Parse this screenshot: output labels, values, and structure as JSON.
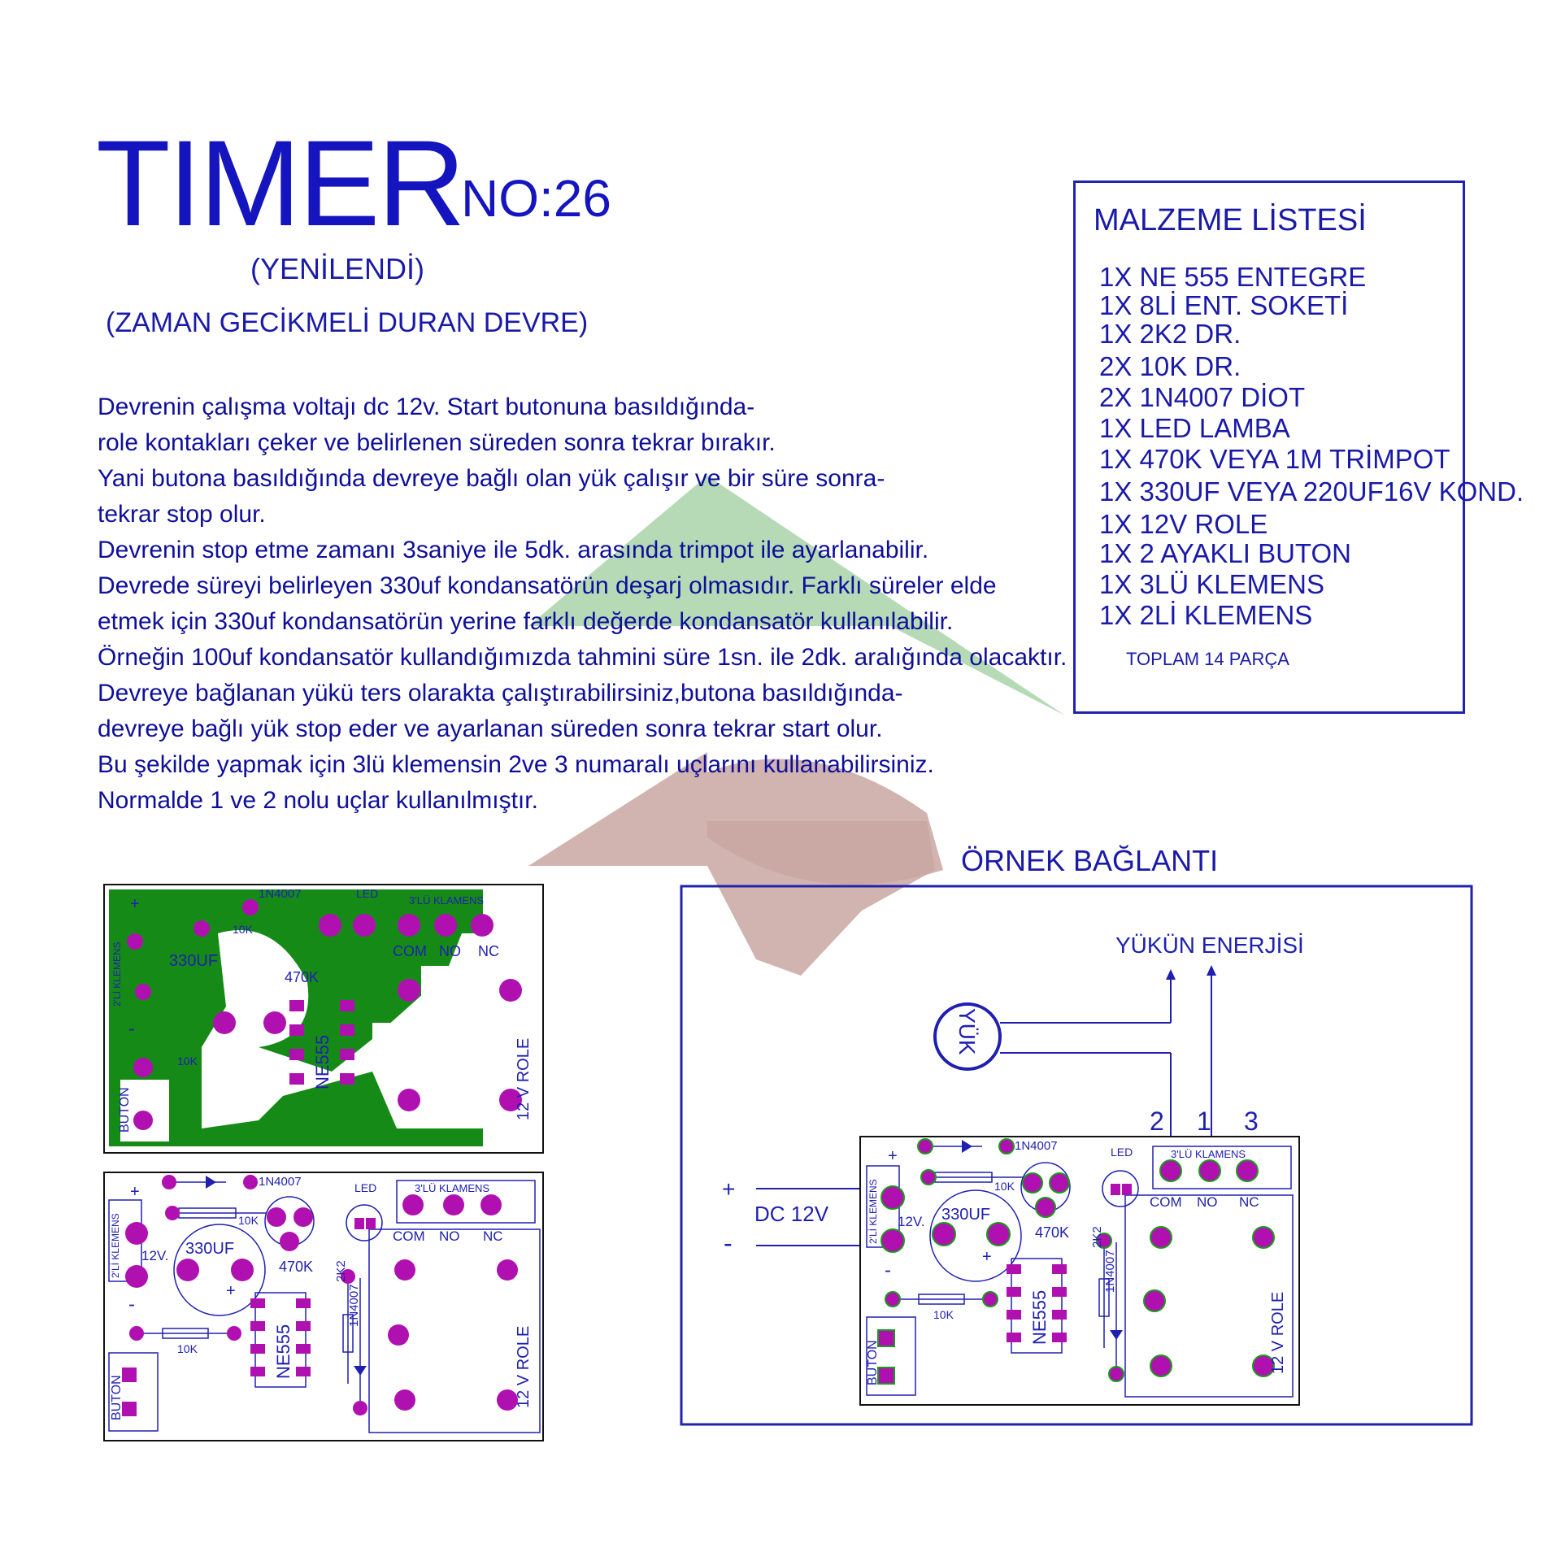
{
  "header": {
    "title": "TIMER",
    "number": "NO:26",
    "renewed": "(YENİLENDİ)",
    "subtitle": "(ZAMAN GECİKMELİ DURAN DEVRE)"
  },
  "description": [
    "Devrenin çalışma voltajı dc 12v. Start butonuna basıldığında-",
    "role kontakları çeker ve belirlenen süreden sonra tekrar bırakır.",
    "Yani butona basıldığında devreye bağlı olan yük çalışır ve bir süre sonra-",
    "tekrar stop olur.",
    "Devrenin stop etme zamanı 3saniye ile 5dk. arasında trimpot ile ayarlanabilir.",
    "Devrede süreyi belirleyen 330uf kondansatörün deşarj olmasıdır. Farklı süreler elde",
    "etmek için 330uf kondansatörün yerine farklı değerde kondansatör kullanılabilir.",
    "Örneğin 100uf kondansatör kullandığımızda tahmini süre 1sn. ile 2dk. aralığında olacaktır.",
    "Devreye bağlanan yükü ters olarakta çalıştırabilirsiniz,butona basıldığında-",
    "devreye bağlı yük stop eder ve ayarlanan süreden sonra tekrar start olur.",
    "Bu şekilde yapmak için 3lü klemensin 2ve 3 numaralı uçlarını kullanabilirsiniz.",
    "Normalde 1 ve 2 nolu uçlar kullanılmıştır."
  ],
  "parts": {
    "title": "MALZEME LİSTESİ",
    "items": [
      "1X NE 555 ENTEGRE",
      "1X 8Lİ ENT. SOKETİ",
      "1X 2K2 DR.",
      "2X 10K DR.",
      "2X 1N4007 DİOT",
      "1X LED LAMBA",
      "1X 470K VEYA 1M TRİMPOT",
      "1X 330UF VEYA 220UF16V KOND.",
      "1X 12V ROLE",
      "1X 2 AYAKLI BUTON",
      "1X 3LÜ KLEMENS",
      "1X 2Lİ KLEMENS"
    ],
    "total": "TOPLAM 14 PARÇA"
  },
  "example": {
    "title": "ÖRNEK BAĞLANTI",
    "load_energy": "YÜKÜN ENERJİSİ",
    "load": "YÜK",
    "terminal_numbers": [
      "2",
      "1",
      "3"
    ],
    "plus": "+",
    "minus": "-",
    "supply": "DC 12V"
  },
  "pcb_labels": {
    "plus": "+",
    "minus": "-",
    "diode": "1N4007",
    "resistor_10k": "10K",
    "led": "LED",
    "terminal3": "3'LÜ KLAMENS",
    "com": "COM",
    "no": "NO",
    "nc": "NC",
    "terminal2": "2'Lİ KLEMENS",
    "v12": "12V.",
    "cap": "330UF",
    "trimpot": "470K",
    "r2k2": "2K2",
    "ic": "NE555",
    "relay": "12 V ROLE",
    "button": "BUTON"
  },
  "colors": {
    "text_blue": "#1a1aa8",
    "pad_magenta": "#b010b0",
    "track_green": "#168a16",
    "watermark_green": "#9cc99c",
    "watermark_red": "#c9a3a0"
  }
}
